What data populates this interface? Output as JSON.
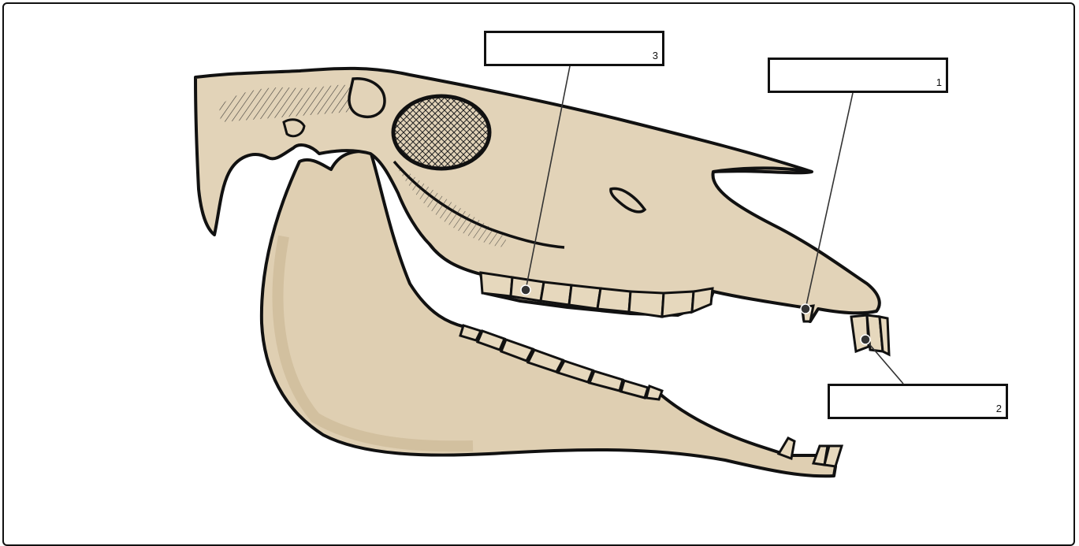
{
  "diagram": {
    "subject_icon": "horse-skull-icon",
    "colors": {
      "bone": "#e2d3b8",
      "bone_shade": "#cdb895",
      "outline": "#111111",
      "pointer": "#333333"
    }
  },
  "labels": [
    {
      "number": "3",
      "value": "",
      "target": "cheek-teeth-upper"
    },
    {
      "number": "1",
      "value": "",
      "target": "canine-tooth"
    },
    {
      "number": "2",
      "value": "",
      "target": "incisor-teeth"
    }
  ]
}
